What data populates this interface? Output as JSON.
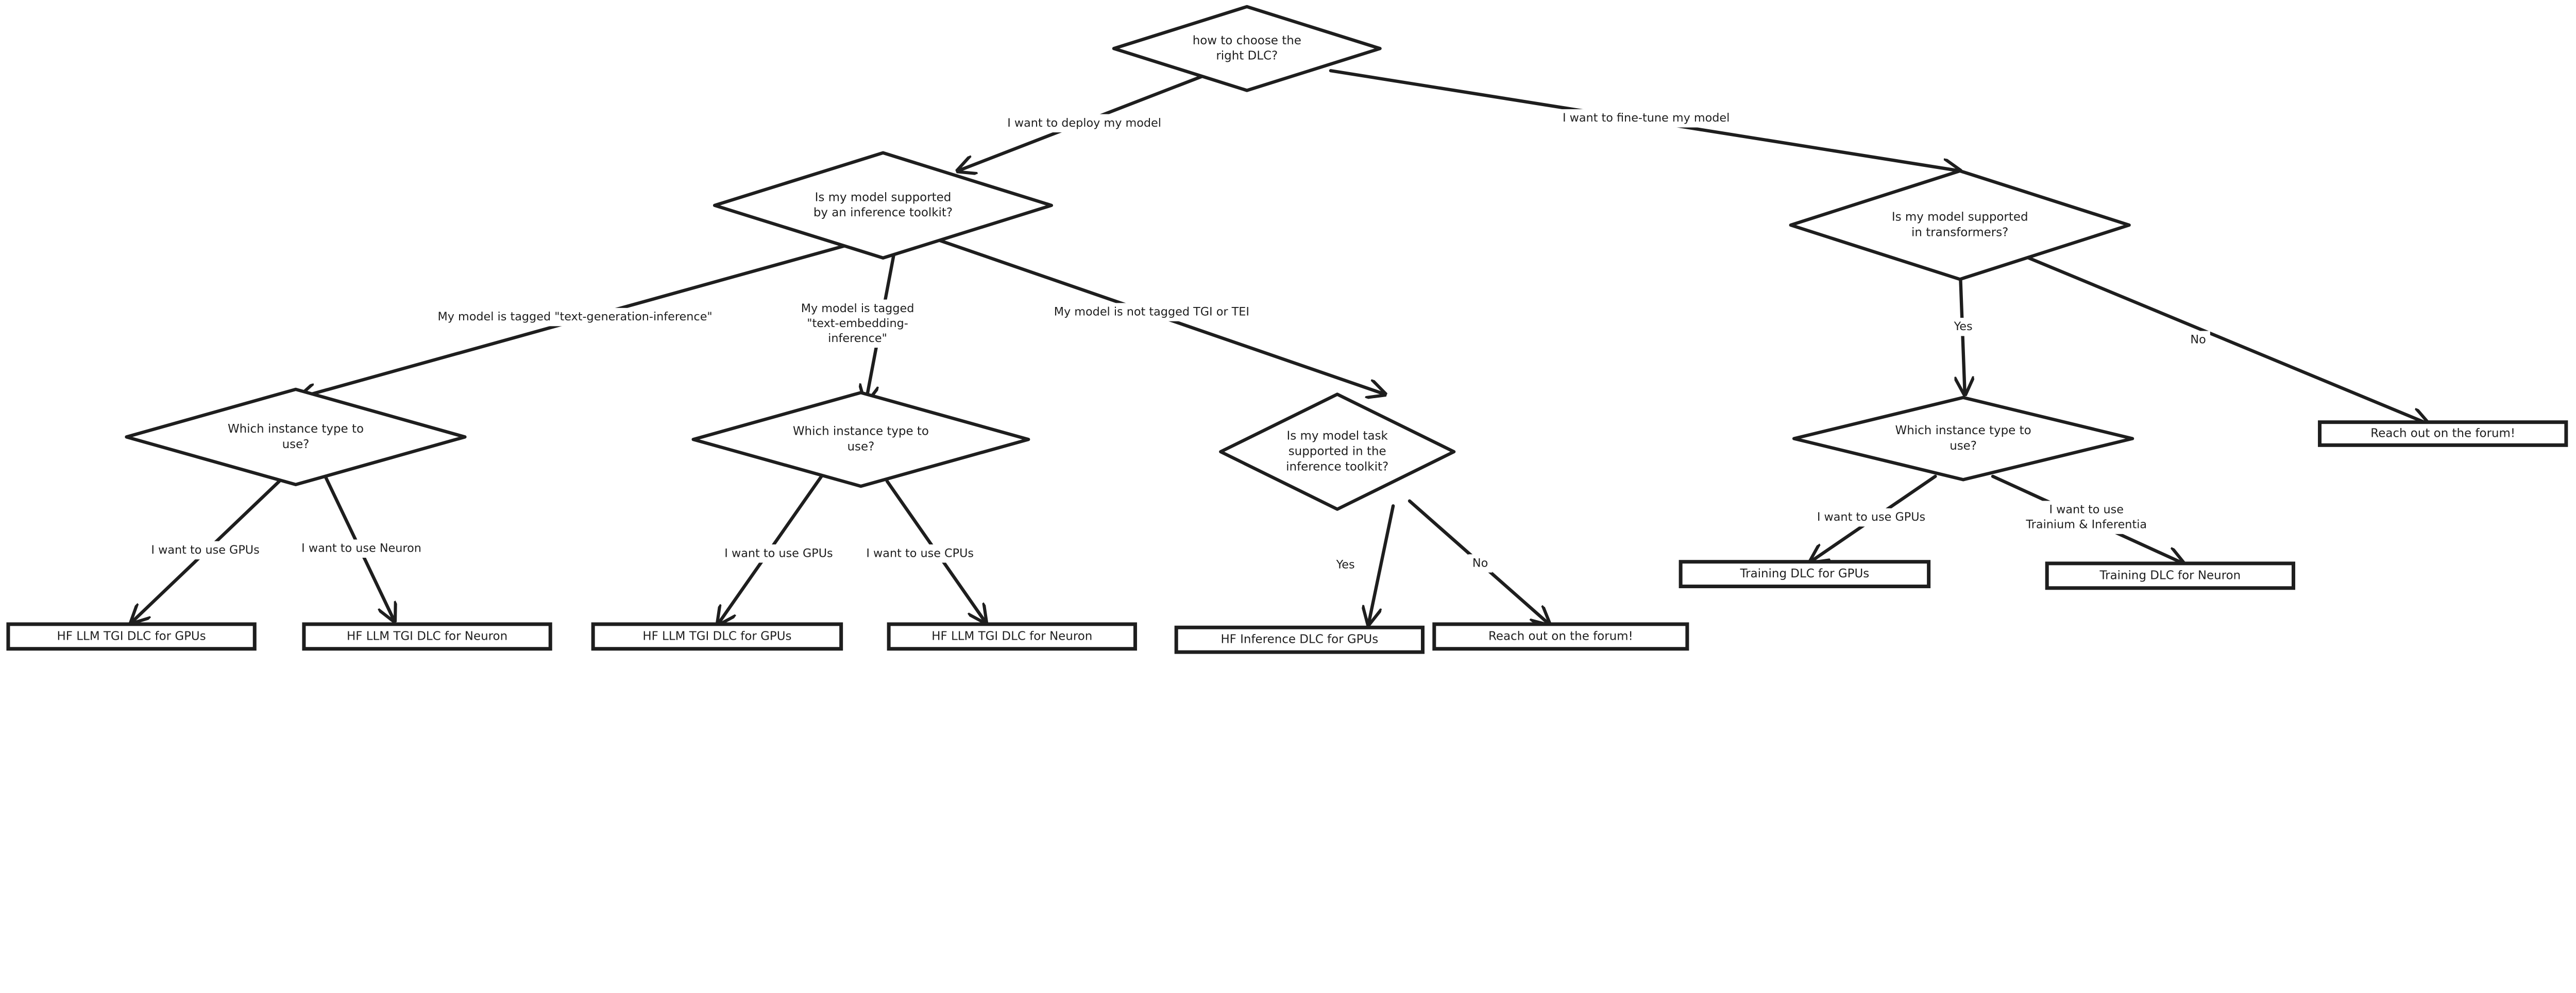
{
  "colors": {
    "stroke": "#1e1e1e",
    "background": "#ffffff"
  },
  "nodes": {
    "root": {
      "type": "diamond",
      "lines": [
        "how to choose the",
        "right DLC?"
      ]
    },
    "inference_toolkit": {
      "type": "diamond",
      "lines": [
        "Is my model supported",
        "by an inference toolkit?"
      ]
    },
    "transformers": {
      "type": "diamond",
      "lines": [
        "Is my model supported",
        "in transformers?"
      ]
    },
    "tgi_instance": {
      "type": "diamond",
      "lines": [
        "Which instance type to",
        "use?"
      ]
    },
    "tei_instance": {
      "type": "diamond",
      "lines": [
        "Which instance type to",
        "use?"
      ]
    },
    "task_supported": {
      "type": "diamond",
      "lines": [
        "Is my model task",
        "supported in the",
        "inference toolkit?"
      ]
    },
    "train_instance": {
      "type": "diamond",
      "lines": [
        "Which instance type to",
        "use?"
      ]
    },
    "tgi_gpu": {
      "type": "box",
      "lines": [
        "HF LLM TGI DLC for GPUs"
      ]
    },
    "tgi_neuron": {
      "type": "box",
      "lines": [
        "HF LLM TGI DLC for Neuron"
      ]
    },
    "tei_gpu": {
      "type": "box",
      "lines": [
        "HF LLM TGI DLC for GPUs"
      ]
    },
    "tei_cpu": {
      "type": "box",
      "lines": [
        "HF LLM TGI DLC for Neuron"
      ]
    },
    "inf_gpu": {
      "type": "box",
      "lines": [
        "HF Inference DLC for GPUs"
      ]
    },
    "forum_inf": {
      "type": "box",
      "lines": [
        "Reach out on the forum!"
      ]
    },
    "train_gpu": {
      "type": "box",
      "lines": [
        "Training DLC for GPUs"
      ]
    },
    "train_neuron": {
      "type": "box",
      "lines": [
        "Training DLC for Neuron"
      ]
    },
    "forum_train": {
      "type": "box",
      "lines": [
        "Reach out on the forum!"
      ]
    }
  },
  "edges": [
    {
      "from": "root",
      "to": "inference_toolkit",
      "label": [
        "I want to deploy my model"
      ]
    },
    {
      "from": "root",
      "to": "transformers",
      "label": [
        "I want to fine-tune my model"
      ]
    },
    {
      "from": "inference_toolkit",
      "to": "tgi_instance",
      "label": [
        "My model is tagged \"text-generation-inference\""
      ]
    },
    {
      "from": "inference_toolkit",
      "to": "tei_instance",
      "label": [
        "My model is tagged",
        "\"text-embedding-",
        "inference\""
      ]
    },
    {
      "from": "inference_toolkit",
      "to": "task_supported",
      "label": [
        "My model is not tagged TGI or TEI"
      ]
    },
    {
      "from": "transformers",
      "to": "train_instance",
      "label": [
        "Yes"
      ]
    },
    {
      "from": "transformers",
      "to": "forum_train",
      "label": [
        "No"
      ]
    },
    {
      "from": "tgi_instance",
      "to": "tgi_gpu",
      "label": [
        "I want to use GPUs"
      ]
    },
    {
      "from": "tgi_instance",
      "to": "tgi_neuron",
      "label": [
        "I want to use Neuron"
      ]
    },
    {
      "from": "tei_instance",
      "to": "tei_gpu",
      "label": [
        "I want to use GPUs"
      ]
    },
    {
      "from": "tei_instance",
      "to": "tei_cpu",
      "label": [
        "I want to use CPUs"
      ]
    },
    {
      "from": "task_supported",
      "to": "inf_gpu",
      "label": [
        "Yes"
      ]
    },
    {
      "from": "task_supported",
      "to": "forum_inf",
      "label": [
        "No"
      ]
    },
    {
      "from": "train_instance",
      "to": "train_gpu",
      "label": [
        "I want to use GPUs"
      ]
    },
    {
      "from": "train_instance",
      "to": "train_neuron",
      "label": [
        "I want to use",
        "Trainium & Inferentia"
      ]
    }
  ]
}
